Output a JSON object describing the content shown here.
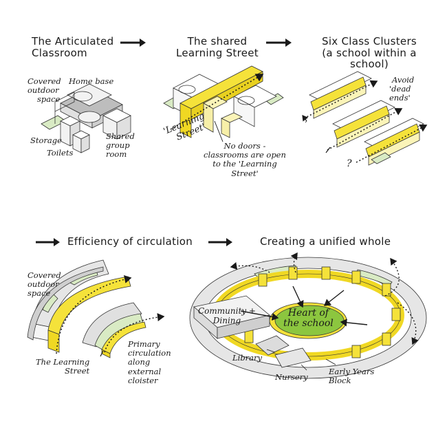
{
  "panels": {
    "p1": {
      "title_line1": "The Articulated",
      "title_line2": "Classroom",
      "labels": {
        "covered_l1": "Covered",
        "covered_l2": "outdoor",
        "covered_l3": "space",
        "home_base": "Home base",
        "storage": "Storage",
        "toilets": "Toilets",
        "shared_l1": "Shared",
        "shared_l2": "group",
        "shared_l3": "room"
      }
    },
    "p2": {
      "title_line1": "The shared",
      "title_line2": "Learning Street",
      "labels": {
        "ls_l1": "'Learning",
        "ls_l2": "Street'",
        "nodoors_l1": "No doors -",
        "nodoors_l2": "classrooms are open",
        "nodoors_l3": "to the 'Learning",
        "nodoors_l4": "Street'"
      }
    },
    "p3": {
      "title_line1": "Six Class Clusters",
      "title_line2": "(a school within a",
      "title_line3": "school)",
      "labels": {
        "avoid_l1": "Avoid",
        "avoid_l2": "'dead",
        "avoid_l3": "ends'",
        "question": "?"
      }
    },
    "p4": {
      "title": "Efficiency of circulation",
      "labels": {
        "covered_l1": "Covered",
        "covered_l2": "outdoor",
        "covered_l3": "space",
        "ls_l1": "The Learning",
        "ls_l2": "Street",
        "prim_l1": "Primary",
        "prim_l2": "circulation",
        "prim_l3": "along",
        "prim_l4": "external",
        "prim_l5": "cloister"
      }
    },
    "p5": {
      "title": "Creating a unified whole",
      "labels": {
        "heart_l1": "Heart of",
        "heart_l2": "the school",
        "community_l1": "Community +",
        "community_l2": "Dining",
        "library": "Library",
        "nursery": "Nursery",
        "early_l1": "Early Years",
        "early_l2": "Block"
      }
    }
  },
  "colors": {
    "yellow": "#f5e23a",
    "pale_yellow": "#fbf4b8",
    "green": "#8cc63f",
    "pale_green": "#d9ebc4",
    "grey": "#c8c8c8",
    "light_grey": "#e6e6e6",
    "ink": "#1a1a1a"
  }
}
